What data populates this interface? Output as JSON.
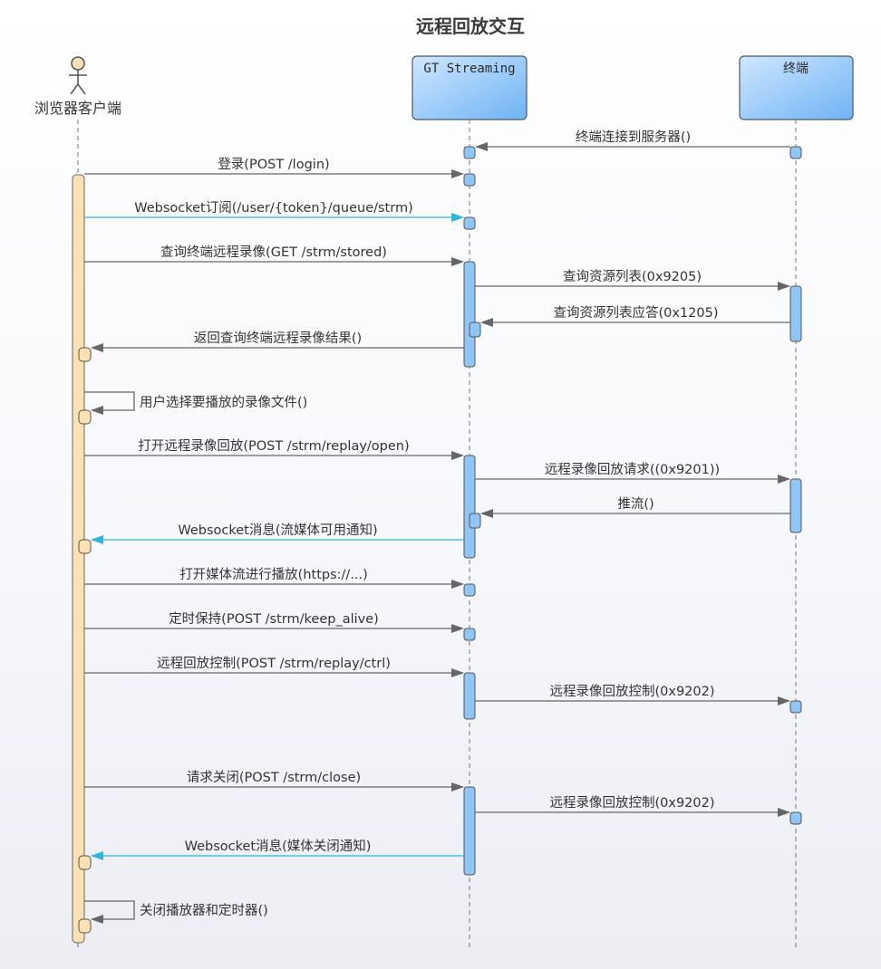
{
  "title": "远程回放交互",
  "participants": {
    "client": "浏览器客户端",
    "server": "GT Streaming",
    "terminal": "终端"
  },
  "messages": [
    {
      "from": "terminal",
      "to": "server",
      "text": "终端连接到服务器()"
    },
    {
      "from": "client",
      "to": "server",
      "text": "登录(POST /login)"
    },
    {
      "from": "client",
      "to": "server",
      "text": "Websocket订阅(/user/{token}/queue/strm)",
      "style": "websocket"
    },
    {
      "from": "client",
      "to": "server",
      "text": "查询终端远程录像(GET /strm/stored)"
    },
    {
      "from": "server",
      "to": "terminal",
      "text": "查询资源列表(0x9205)"
    },
    {
      "from": "terminal",
      "to": "server",
      "text": "查询资源列表应答(0x1205)"
    },
    {
      "from": "server",
      "to": "client",
      "text": "返回查询终端远程录像结果()"
    },
    {
      "from": "client",
      "to": "client",
      "text": "用户选择要播放的录像文件()"
    },
    {
      "from": "client",
      "to": "server",
      "text": "打开远程录像回放(POST /strm/replay/open)"
    },
    {
      "from": "server",
      "to": "terminal",
      "text": "远程录像回放请求((0x9201))"
    },
    {
      "from": "terminal",
      "to": "server",
      "text": "推流()"
    },
    {
      "from": "server",
      "to": "client",
      "text": "Websocket消息(流媒体可用通知)",
      "style": "websocket"
    },
    {
      "from": "client",
      "to": "server",
      "text": "打开媒体流进行播放(https://...)"
    },
    {
      "from": "client",
      "to": "server",
      "text": "定时保持(POST /strm/keep_alive)"
    },
    {
      "from": "client",
      "to": "server",
      "text": "远程回放控制(POST /strm/replay/ctrl)"
    },
    {
      "from": "server",
      "to": "terminal",
      "text": "远程录像回放控制(0x9202)"
    },
    {
      "from": "client",
      "to": "server",
      "text": "请求关闭(POST /strm/close)"
    },
    {
      "from": "server",
      "to": "terminal",
      "text": "远程录像回放控制(0x9202)"
    },
    {
      "from": "server",
      "to": "client",
      "text": "Websocket消息(媒体关闭通知)",
      "style": "websocket"
    },
    {
      "from": "client",
      "to": "client",
      "text": "关闭播放器和定时器()"
    }
  ],
  "colors": {
    "arrow": "#666666",
    "websocket": "#2db7dd",
    "client_activation": "#fde0b3",
    "server_box": "#8fc5f7",
    "activation": "#8fc5f7"
  }
}
